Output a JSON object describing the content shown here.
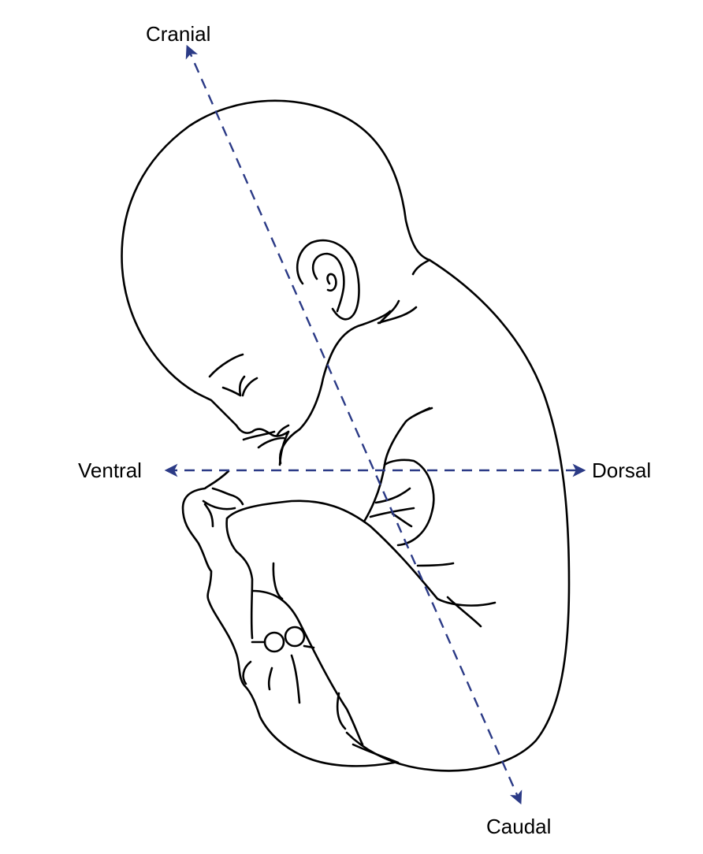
{
  "diagram": {
    "subject": "Fetus in side view with anatomical directional axes",
    "labels": {
      "cranial": "Cranial",
      "ventral": "Ventral",
      "dorsal": "Dorsal",
      "caudal": "Caudal"
    },
    "axes": [
      {
        "name": "cranial-caudal-axis",
        "from": "Cranial",
        "to": "Caudal",
        "style": "dashed",
        "arrowheads": "both"
      },
      {
        "name": "ventral-dorsal-axis",
        "from": "Ventral",
        "to": "Dorsal",
        "style": "dashed",
        "arrowheads": "both"
      }
    ],
    "colors": {
      "axis": "#2b3a86",
      "outline": "#000000",
      "text": "#000000",
      "background": "#ffffff"
    }
  }
}
